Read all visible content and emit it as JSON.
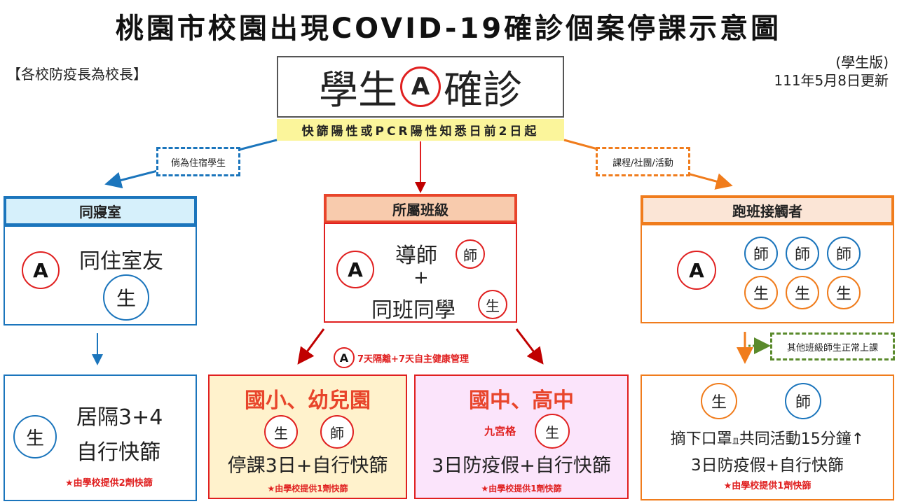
{
  "title": "桃園市校園出現COVID-19確診個案停課示意圖",
  "note_left": "【各校防疫長為校長】",
  "version": "(學生版)",
  "updated": "111年5月8日更新",
  "main": {
    "pre": "學生",
    "badge": "A",
    "post": "確診"
  },
  "period": "快篩陽性或PCR陽性知悉日前2日起",
  "branch_left_label": "倘為住宿學生",
  "branch_right_label": "課程/社團/活動",
  "colors": {
    "blue": "#1b75bc",
    "red": "#e02020",
    "orange": "#f07c1c",
    "green": "#5a8a2c",
    "yellow": "#fbf59b"
  },
  "dorm": {
    "header": "同寢室",
    "text": "同住室友",
    "student": "生",
    "badge": "A"
  },
  "class": {
    "header": "所屬班級",
    "teacher_text": "導師",
    "plus": "+",
    "classmates_text": "同班同學",
    "teacher": "師",
    "student": "生",
    "badge": "A"
  },
  "cross": {
    "header": "跑班接觸者",
    "badge": "A",
    "teachers": [
      "師",
      "師",
      "師"
    ],
    "students": [
      "生",
      "生",
      "生"
    ]
  },
  "isolation": {
    "badge": "A",
    "text": "7天隔離+7天自主健康管理"
  },
  "other_classes": "其他班級師生正常上課",
  "results": {
    "dorm": {
      "student": "生",
      "line1": "居隔3+4",
      "line2": "自行快篩",
      "note": "★由學校提供2劑快篩"
    },
    "elem": {
      "title": "國小、幼兒園",
      "student": "生",
      "teacher": "師",
      "line": "停課3日+自行快篩",
      "note": "★由學校提供1劑快篩"
    },
    "high": {
      "title": "國中、高中",
      "grid": "九宮格",
      "student": "生",
      "line": "3日防疫假+自行快篩",
      "note": "★由學校提供1劑快篩"
    },
    "cross": {
      "student": "生",
      "teacher": "師",
      "line1a": "摘下口罩",
      "line1b": "且",
      "line1c": "共同活動15分鐘↑",
      "line2": "3日防疫假+自行快篩",
      "note": "★由學校提供1劑快篩"
    }
  }
}
